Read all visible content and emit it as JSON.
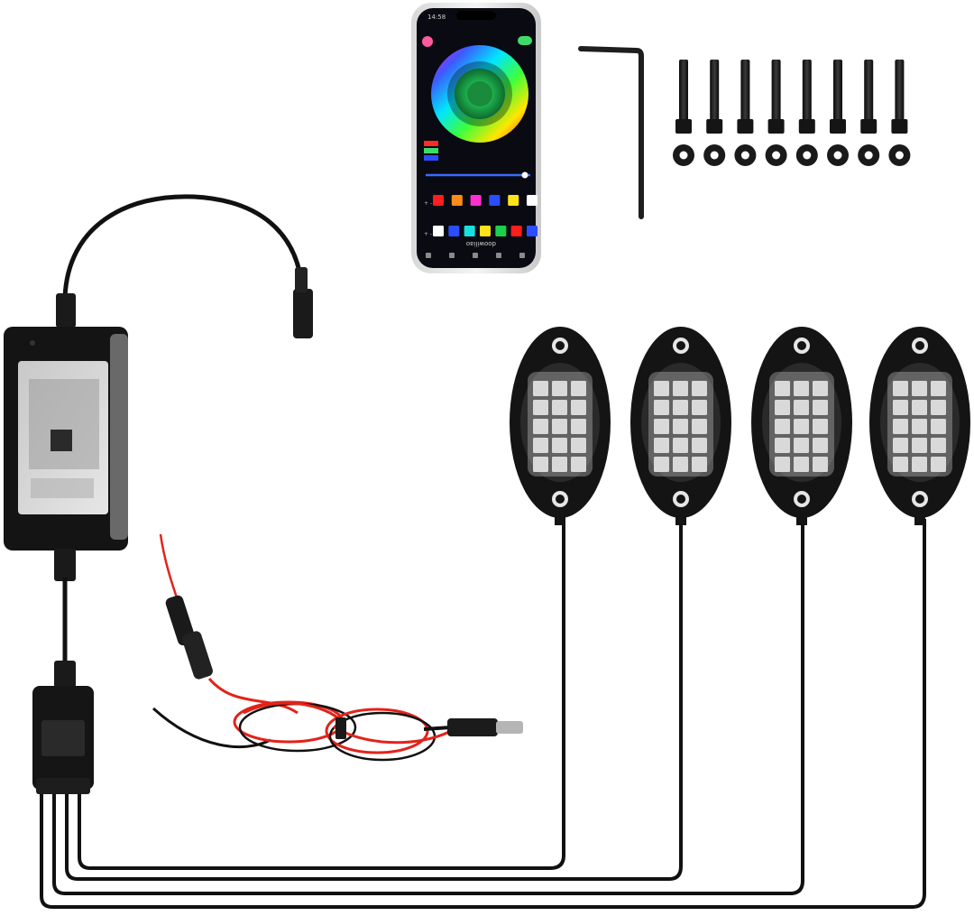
{
  "image": {
    "background": "#ffffff",
    "subject": "RGB LED rock light kit with Bluetooth controller and app",
    "items": [
      {
        "name": "bluetooth-controller",
        "icon": "controller-box-icon"
      },
      {
        "name": "power-harness",
        "icon": "fuse-harness-icon"
      },
      {
        "name": "splitter-hub",
        "icon": "splitter-icon"
      },
      {
        "name": "rock-light-pods",
        "count": 4,
        "icon": "led-pod-icon"
      },
      {
        "name": "smartphone-app",
        "icon": "phone-icon"
      },
      {
        "name": "hex-key",
        "icon": "allen-key-icon"
      },
      {
        "name": "mounting-screws",
        "count": 8,
        "icon": "screw-icon"
      },
      {
        "name": "washers",
        "count": 8,
        "icon": "washer-icon"
      }
    ],
    "colors": {
      "housing": "#141414",
      "cable": "#111111",
      "wire_red": "#e2231a",
      "led_face": "#d9d9d9"
    }
  },
  "phone": {
    "status_time": "14:58",
    "swatches_row1": [
      "#ff1d1d",
      "#ff8c1a",
      "#ff2fd0",
      "#2b4dff",
      "#ffe21a",
      "#ffffff"
    ],
    "swatches_row2": [
      "#ffffff",
      "#2b4dff",
      "#19e0e0",
      "#ffe21a",
      "#19d14a",
      "#ff1d1d",
      "#2b4dff"
    ],
    "brand_text": "doowiliao",
    "row1_label": "+ -",
    "row2_label": "+ -"
  }
}
